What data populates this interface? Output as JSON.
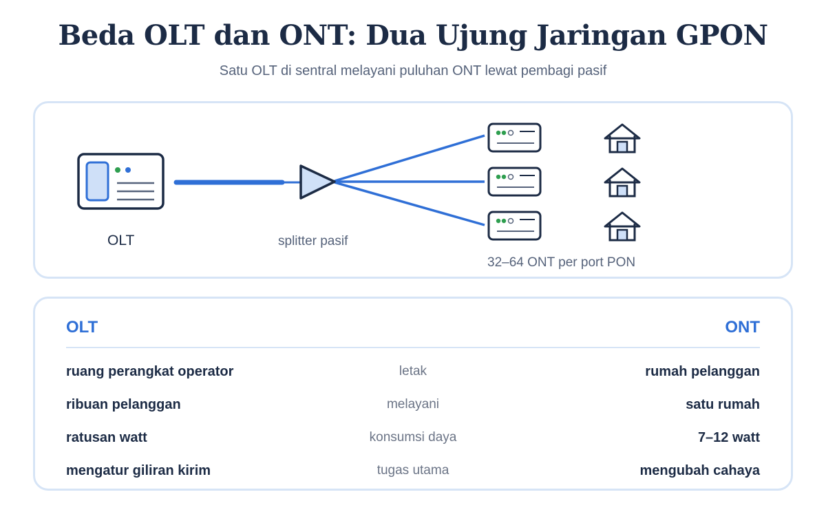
{
  "title": "Beda OLT dan ONT: Dua Ujung Jaringan GPON",
  "subtitle": "Satu OLT di sentral melayani puluhan ONT lewat pembagi pasif",
  "diagram": {
    "olt_label": "OLT",
    "splitter_label": "splitter pasif",
    "ont_caption": "32–64 ONT per port PON",
    "ont_count": 3,
    "colors": {
      "ink": "#1c2b45",
      "accent": "#2f6fd6",
      "fill_light": "#cfe0f8",
      "led_green": "#2e9e4f",
      "led_blue": "#2f6fd6"
    }
  },
  "table": {
    "header_left": "OLT",
    "header_right": "ONT",
    "rows": [
      {
        "left": "ruang perangkat operator",
        "mid": "letak",
        "right": "rumah pelanggan"
      },
      {
        "left": "ribuan pelanggan",
        "mid": "melayani",
        "right": "satu rumah"
      },
      {
        "left": "ratusan watt",
        "mid": "konsumsi daya",
        "right": "7–12 watt"
      },
      {
        "left": "mengatur giliran kirim",
        "mid": "tugas utama",
        "right": "mengubah cahaya"
      }
    ]
  }
}
